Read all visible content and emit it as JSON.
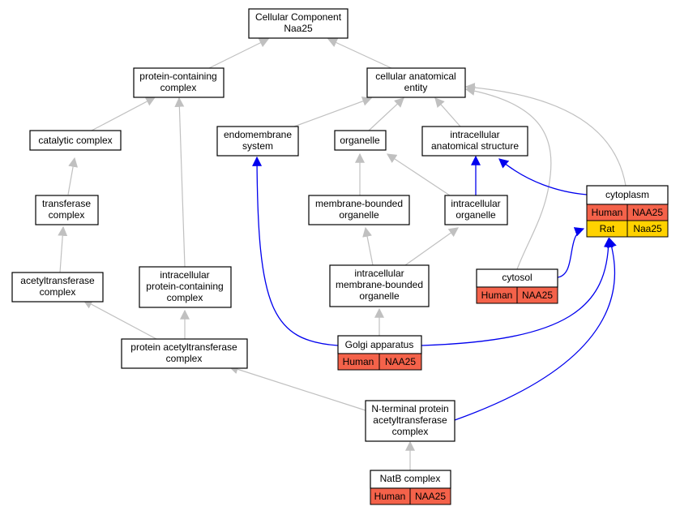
{
  "nodes": {
    "root": [
      "Cellular Component",
      "Naa25"
    ],
    "protein_containing_complex": [
      "protein-containing",
      "complex"
    ],
    "cellular_anatomical_entity": [
      "cellular anatomical",
      "entity"
    ],
    "catalytic_complex": [
      "catalytic complex"
    ],
    "endomembrane_system": [
      "endomembrane",
      "system"
    ],
    "organelle": [
      "organelle"
    ],
    "intracellular_anatomical_structure": [
      "intracellular",
      "anatomical structure"
    ],
    "transferase_complex": [
      "transferase",
      "complex"
    ],
    "membrane_bounded_organelle": [
      "membrane-bounded",
      "organelle"
    ],
    "intracellular_organelle": [
      "intracellular",
      "organelle"
    ],
    "cytoplasm": [
      "cytoplasm"
    ],
    "acetyltransferase_complex": [
      "acetyltransferase",
      "complex"
    ],
    "intracellular_protein_containing_complex": [
      "intracellular",
      "protein-containing",
      "complex"
    ],
    "intracellular_membrane_bounded_organelle": [
      "intracellular",
      "membrane-bounded",
      "organelle"
    ],
    "cytosol": [
      "cytosol"
    ],
    "golgi_apparatus": [
      "Golgi apparatus"
    ],
    "protein_acetyltransferase_complex": [
      "protein acetyltransferase",
      "complex"
    ],
    "n_terminal_protein_acetyltransferase_complex": [
      "N-terminal protein",
      "acetyltransferase",
      "complex"
    ],
    "natb_complex": [
      "NatB complex"
    ]
  },
  "annotations": {
    "cytoplasm": [
      [
        "Human",
        "NAA25"
      ],
      [
        "Rat",
        "Naa25"
      ]
    ],
    "cytosol": [
      [
        "Human",
        "NAA25"
      ]
    ],
    "golgi_apparatus": [
      [
        "Human",
        "NAA25"
      ]
    ],
    "natb_complex": [
      [
        "Human",
        "NAA25"
      ]
    ]
  },
  "colors": {
    "Human": "#f4624a",
    "Rat": "#ffd200",
    "is_a_edge": "#c0c0c0",
    "part_of_edge": "#0000ee"
  }
}
